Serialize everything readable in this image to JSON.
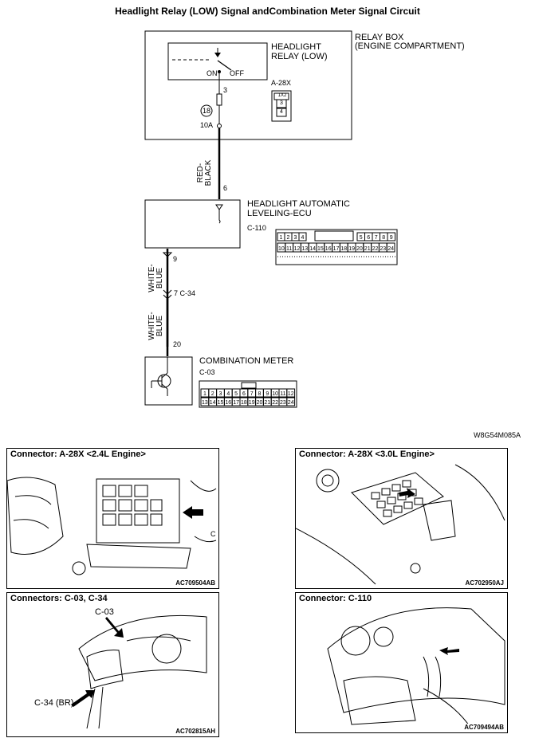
{
  "title": "Headlight Relay (LOW) Signal andCombination Meter Signal Circuit",
  "relay_box": {
    "label_line1": "RELAY BOX",
    "label_line2": "(ENGINE COMPARTMENT)"
  },
  "headlight_relay": {
    "label_line1": "HEADLIGHT",
    "label_line2": "RELAY (LOW)",
    "on": "ON",
    "off": "OFF",
    "pin": "3"
  },
  "fuse": {
    "number": "18",
    "rating": "10A"
  },
  "connector_a28x": {
    "name": "A-28X",
    "pins": [
      "1",
      "X",
      "2",
      "3",
      "4"
    ]
  },
  "wire1": {
    "color_line1": "RED-",
    "color_line2": "BLACK",
    "pin": "6"
  },
  "ecu": {
    "label_line1": "HEADLIGHT AUTOMATIC",
    "label_line2": "LEVELING-ECU",
    "connector": "C-110",
    "top_left_pins": [
      "1",
      "2",
      "3",
      "4"
    ],
    "top_right_pins": [
      "5",
      "6",
      "7",
      "8",
      "9"
    ],
    "bottom_pins": [
      "10",
      "11",
      "12",
      "13",
      "14",
      "15",
      "16",
      "17",
      "18",
      "19",
      "20",
      "21",
      "22",
      "23",
      "24"
    ]
  },
  "wire2": {
    "color_line1": "WHITE-",
    "color_line2": "BLUE",
    "pin_top": "9",
    "junction": "7 C-34"
  },
  "wire3": {
    "color_line1": "WHITE-",
    "color_line2": "BLUE",
    "pin": "20"
  },
  "meter": {
    "label": "COMBINATION METER",
    "connector": "C-03",
    "top_pins": [
      "1",
      "2",
      "3",
      "4",
      "5",
      "6",
      "7",
      "8",
      "9",
      "10",
      "11",
      "12"
    ],
    "bottom_pins": [
      "13",
      "14",
      "15",
      "16",
      "17",
      "18",
      "19",
      "20",
      "21",
      "22",
      "23",
      "24"
    ]
  },
  "diagram_code": "W8G54M085A",
  "panels": [
    {
      "title": "Connector: A-28X <2.4L Engine>",
      "code": "AC709504AB",
      "extra": "C"
    },
    {
      "title": "Connector: A-28X <3.0L Engine>",
      "code": "AC702950AJ"
    },
    {
      "title": "Connectors: C-03, C-34",
      "code": "AC702815AH",
      "callout1": "C-03",
      "callout2": "C-34 (BR)"
    },
    {
      "title": "Connector: C-110",
      "code": "AC709494AB"
    }
  ]
}
